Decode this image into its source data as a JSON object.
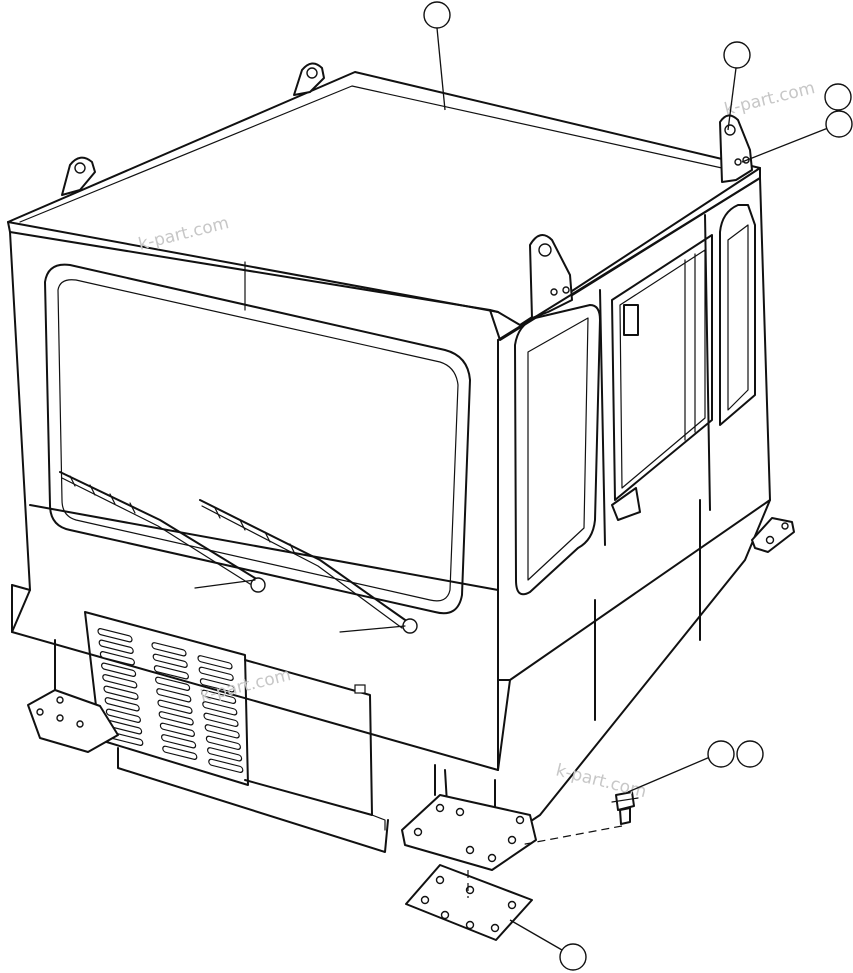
{
  "figure": {
    "subject": "cab-assembly",
    "watermarks": [
      "k-part.com",
      "k-part.com",
      "k-part.com",
      "k-part.com"
    ],
    "callouts": [
      {
        "id": "callout-roof",
        "label": ""
      },
      {
        "id": "callout-lift-bracket",
        "label": ""
      },
      {
        "id": "callout-bolt-a",
        "label": ""
      },
      {
        "id": "callout-bolt-b",
        "label": ""
      },
      {
        "id": "callout-mount-bolt-a",
        "label": ""
      },
      {
        "id": "callout-mount-bolt-b",
        "label": ""
      },
      {
        "id": "callout-mount-plate",
        "label": ""
      }
    ]
  }
}
